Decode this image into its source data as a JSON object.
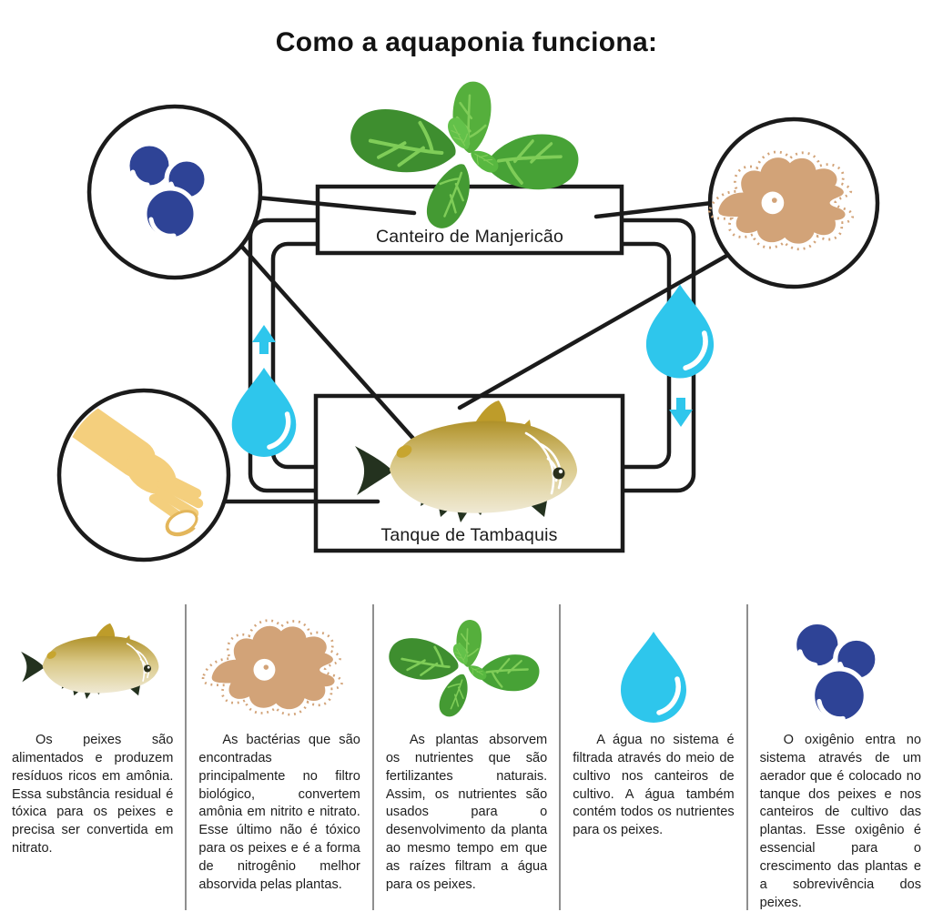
{
  "title": "Como a aquaponia funciona:",
  "colors": {
    "cyan": "#2EC6EC",
    "oxygen_blue": "#2E4396",
    "bacteria_tan": "#D2A378",
    "hand_tan": "#F4CF7D",
    "basil_green": "#47A236",
    "fish_gold": "#BD9B2F",
    "fin_dark": "#24321F",
    "line_black": "#1b1b1b",
    "divider_gray": "#8f8f8f"
  },
  "diagram": {
    "plant_bed_label": "Canteiro de Manjericão",
    "fish_tank_label": "Tanque de Tambaquis",
    "nodes": [
      {
        "icon": "oxygen-bubbles-icon"
      },
      {
        "icon": "bacteria-icon"
      },
      {
        "icon": "feeding-hand-icon"
      }
    ],
    "flows": [
      {
        "icon": "water-drop-icon",
        "direction": "up"
      },
      {
        "icon": "water-drop-icon",
        "direction": "down"
      }
    ]
  },
  "columns": [
    {
      "icon": "fish-icon",
      "text": "Os peixes são alimentados e produzem resíduos ricos em amônia. Essa substância residual é tóxica para os peixes e precisa ser convertida em nitrato."
    },
    {
      "icon": "bacteria-icon",
      "text": "As bactérias que são encontradas principalmente no filtro biológico, convertem amônia em nitrito e nitrato. Esse último não é tóxico para os peixes e é a forma de nitrogênio melhor absorvida pelas plantas."
    },
    {
      "icon": "basil-icon",
      "text": "As plantas absorvem os nutrientes que são fertilizantes naturais. Assim, os nutrientes são usados para o desenvolvimento da planta ao mesmo tempo em que as raízes filtram a água para os peixes."
    },
    {
      "icon": "water-drop-icon",
      "text": "A água no sistema é filtrada através do meio de cultivo nos canteiros de cultivo. A água também contém todos os nutrientes para os peixes."
    },
    {
      "icon": "oxygen-bubbles-icon",
      "text": "O oxigênio entra no sistema através de um aerador que é colocado no tanque dos peixes e nos canteiros de cultivo das plantas. Esse oxigênio é essencial para o crescimento das plantas e a sobrevivência dos peixes."
    }
  ]
}
